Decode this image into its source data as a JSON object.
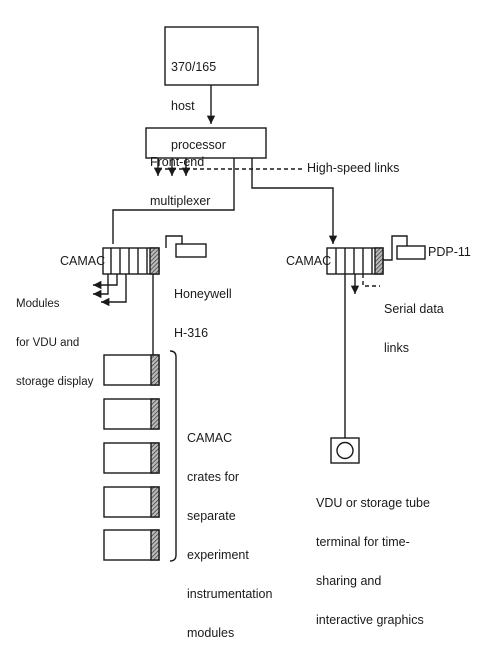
{
  "host": {
    "line1": "370/165",
    "line2": "host",
    "line3": "processor"
  },
  "frontend": {
    "line1": "Front-end",
    "line2": "multiplexer"
  },
  "high_speed": "High-speed links",
  "left_crate": "CAMAC",
  "right_crate": "CAMAC",
  "modules": {
    "line1": "Modules",
    "line2": "for VDU and",
    "line3": "storage display"
  },
  "honeywell": {
    "line1": "Honeywell",
    "line2": "H-316"
  },
  "pdp": "PDP-11",
  "serial": {
    "line1": "Serial data",
    "line2": "links"
  },
  "crates_label": {
    "line1": "CAMAC",
    "line2": "crates for",
    "line3": "separate",
    "line4": "experiment",
    "line5": "instrumentation",
    "line6": "modules"
  },
  "vdu": {
    "line1": "VDU or storage tube",
    "line2": "terminal for time-",
    "line3": "sharing and",
    "line4": "interactive graphics"
  },
  "colors": {
    "ink": "#1a1a1a",
    "hatch": "#555555",
    "background": "#ffffff"
  }
}
